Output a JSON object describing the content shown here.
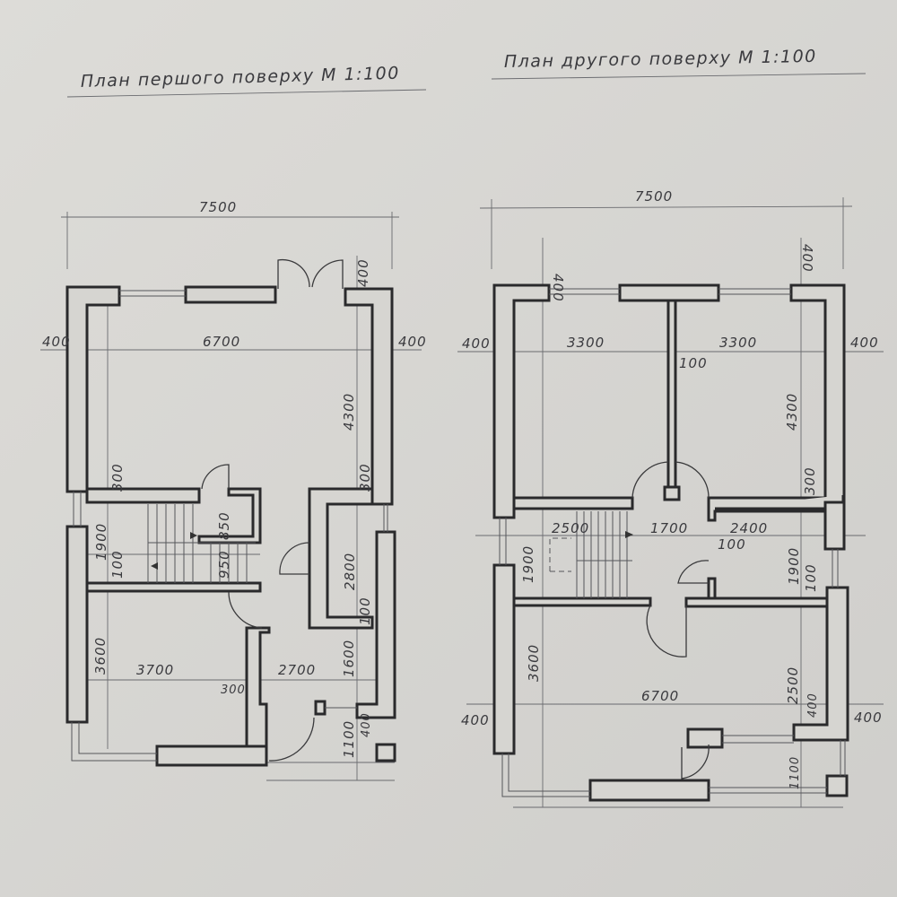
{
  "left_plan": {
    "title": "План першого поверху М 1:100",
    "dims": [
      "7500",
      "400",
      "6700",
      "400",
      "400",
      "4300",
      "300",
      "300",
      "850",
      "1900",
      "100",
      "950",
      "2800",
      "100",
      "3600",
      "3700",
      "300",
      "2700",
      "1600",
      "1100",
      "400"
    ]
  },
  "right_plan": {
    "title": "План другого поверху М 1:100",
    "dims": [
      "7500",
      "400",
      "400",
      "400",
      "3300",
      "3300",
      "400",
      "100",
      "4300",
      "300",
      "2500",
      "1700",
      "2400",
      "100",
      "1900",
      "1900",
      "100",
      "3600",
      "6700",
      "2500",
      "400",
      "400",
      "400",
      "1100"
    ]
  }
}
